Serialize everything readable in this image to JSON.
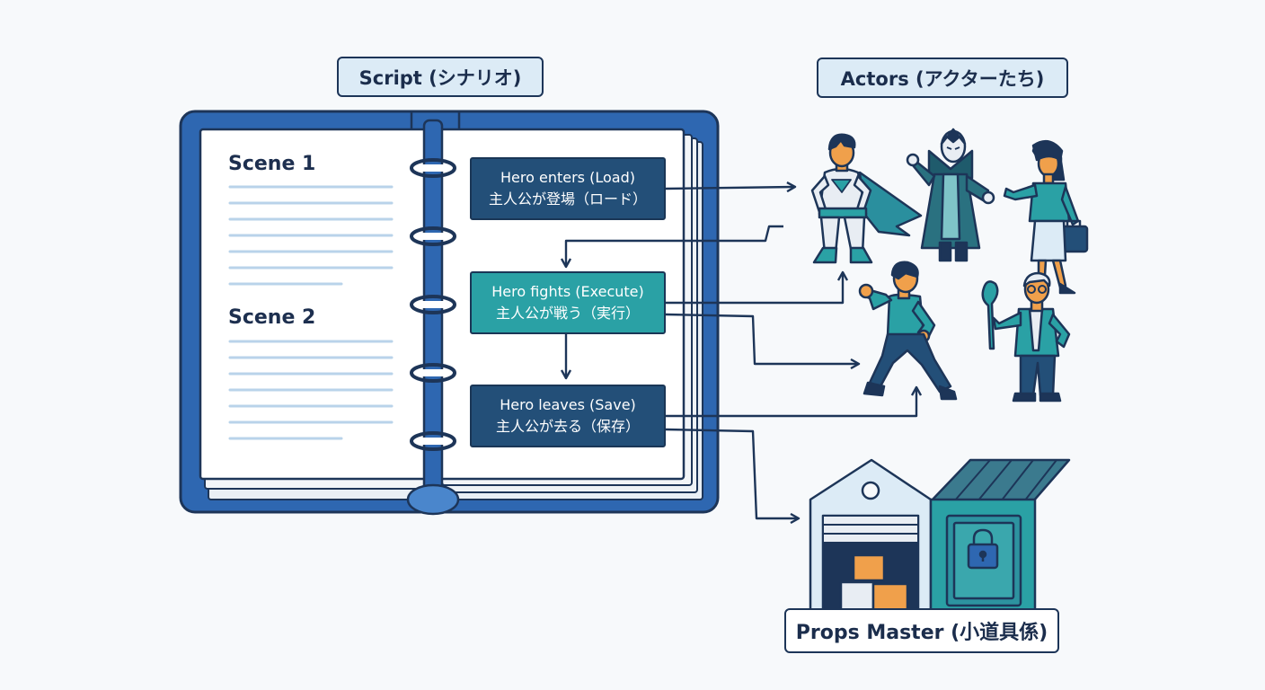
{
  "labels": {
    "script": "Script (シナリオ)",
    "actors": "Actors (アクターたち)",
    "props": "Props Master (小道具係)"
  },
  "scenes": [
    {
      "title": "Scene 1"
    },
    {
      "title": "Scene 2"
    }
  ],
  "steps": [
    {
      "en": "Hero enters (Load)",
      "ja": "主人公が登場（ロード）"
    },
    {
      "en": "Hero fights (Execute)",
      "ja": "主人公が戦う（実行）"
    },
    {
      "en": "Hero leaves (Save)",
      "ja": "主人公が去る（保存）"
    }
  ],
  "colors": {
    "outline": "#1d3558",
    "binder": "#2e67b1",
    "step_dark": "#234f78",
    "step_teal": "#2aa1a5",
    "label_bg": "#dcebf6",
    "accent_orange": "#f0a04b"
  },
  "icons": [
    "binder-icon",
    "superhero-icon",
    "villain-icon",
    "businesswoman-icon",
    "fighter-icon",
    "elder-actor-icon",
    "warehouse-icon",
    "padlock-icon",
    "cardboard-box-icon"
  ]
}
